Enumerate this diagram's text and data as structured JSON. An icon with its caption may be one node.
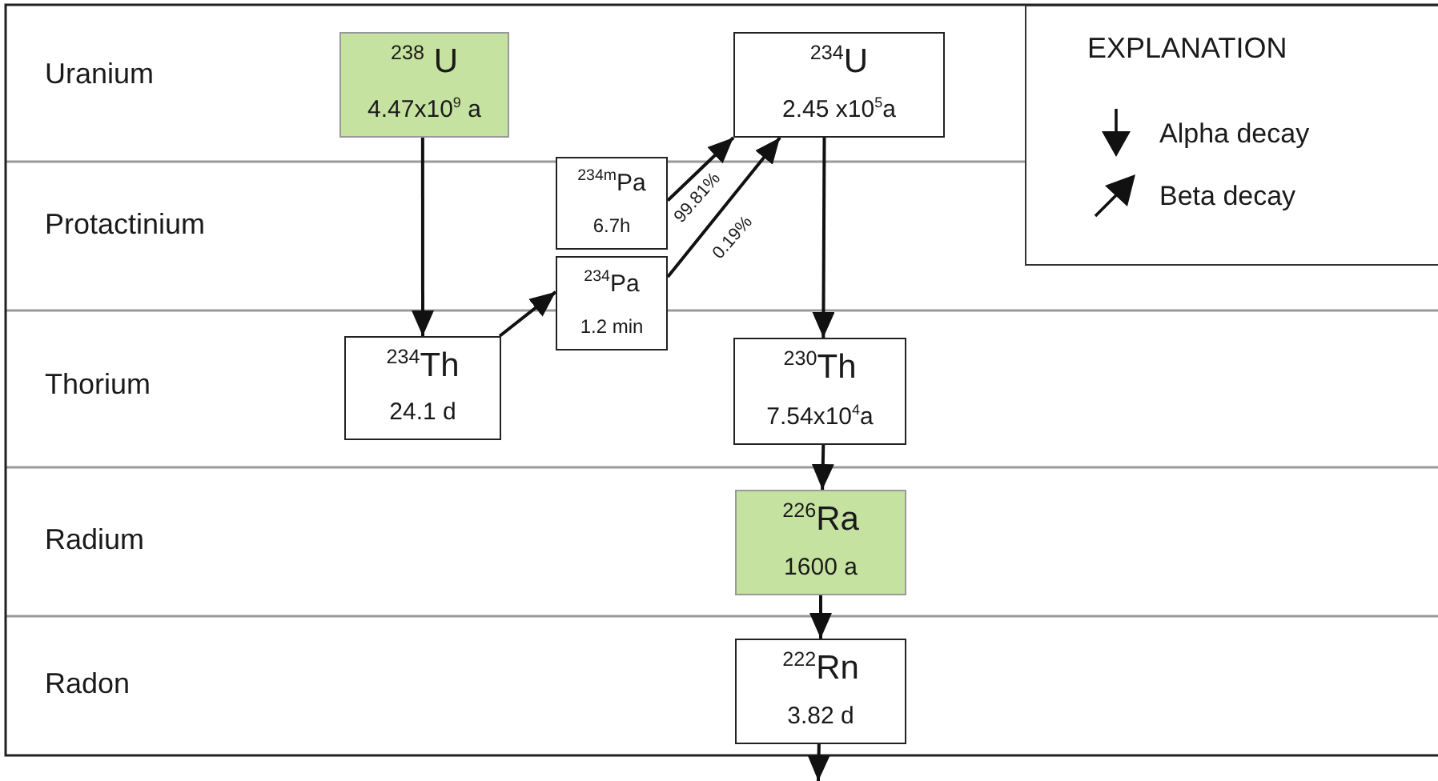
{
  "diagram": {
    "nodes": [
      {
        "text": [
          "$^{238}$ U",
          "4.47x10$^{9}$ a"
        ]
      },
      {
        "text": [
          "$^{234}$U",
          "2.45 x10$^{5}$a"
        ]
      },
      {
        "text": [
          "$^{234m}$Pa",
          "6.7h"
        ]
      },
      {
        "text": [
          "$^{234}$Pa",
          "1.2 min"
        ]
      },
      {
        "text": [
          "$^{234}$Th",
          "24.1 d"
        ]
      },
      {
        "text": [
          "$^{230}$Th",
          "7.54x10$^{4}$a"
        ]
      },
      {
        "text": [
          "$^{226}$Ra",
          "1600 a"
        ]
      },
      {
        "text": [
          "$^{222}$Rn",
          "3.82 d"
        ]
      }
    ],
    "edges": [
      {
        "from": 0,
        "to": 4,
        "arrow": "to"
      },
      {
        "from": 4,
        "to": 3,
        "arrow": "to"
      },
      {
        "from": 2,
        "to": 1,
        "arrow": "to",
        "label": "99.81%"
      },
      {
        "from": 3,
        "to": 1,
        "arrow": "to",
        "label": "0.19%"
      },
      {
        "from": 1,
        "to": 5,
        "arrow": "to"
      },
      {
        "from": 5,
        "to": 6,
        "arrow": "to"
      },
      {
        "from": 6,
        "to": 7,
        "arrow": "to"
      },
      {
        "from": 7,
        "to": null,
        "arrow": "to"
      }
    ],
    "labels": [
      "Uranium",
      "Protactinium",
      "Thorium",
      "Radium",
      "Radon",
      "EXPLANATION"
    ],
    "legend": [
      {
        "text": "Alpha decay"
      },
      {
        "text": "Beta decay"
      }
    ]
  }
}
